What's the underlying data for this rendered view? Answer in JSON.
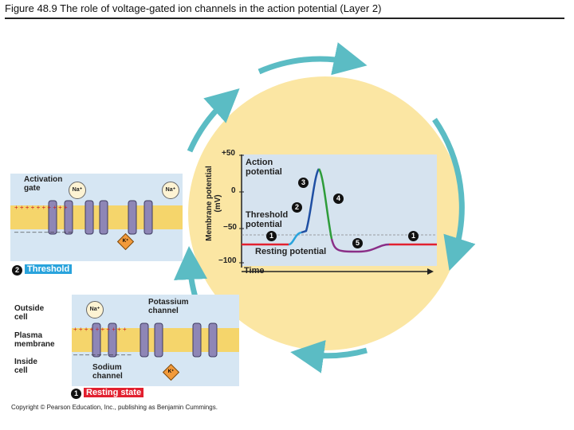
{
  "figure_title": "Figure 48.9  The role of voltage-gated ion channels in the action potential (Layer 2)",
  "copyright": "Copyright © Pearson Education, Inc., publishing as Benjamin Cummings.",
  "panel_threshold": {
    "number": "2",
    "caption": "Threshold",
    "activation_gate_label": "Activation\ngate",
    "ions": {
      "na": "Na⁺",
      "k": "K⁺"
    }
  },
  "panel_resting": {
    "number": "1",
    "caption": "Resting state",
    "outside_cell": "Outside\ncell",
    "plasma_membrane": "Plasma\nmembrane",
    "inside_cell": "Inside\ncell",
    "potassium_channel": "Potassium\nchannel",
    "sodium_channel": "Sodium\nchannel",
    "ions": {
      "na": "Na⁺",
      "k": "K⁺"
    }
  },
  "graph": {
    "y_axis_label": "Membrane potential\n(mV)",
    "x_axis_label": "Time",
    "y_ticks": [
      "+50",
      "0",
      "−50",
      "−100"
    ],
    "labels": {
      "action_potential": "Action\npotential",
      "threshold_potential": "Threshold\npotential",
      "resting_potential": "Resting potential"
    },
    "step_numbers": [
      "1",
      "2",
      "3",
      "4",
      "5",
      "1"
    ]
  },
  "colors": {
    "threshold_caption_bg": "#29a3dc",
    "resting_caption_bg": "#e2202f",
    "circle_bg": "#fbe6a3",
    "graph_bg": "#d6e3ef",
    "arrow": "#5bbcc4",
    "membrane": "#f5d56b",
    "channel": "#8e86b6"
  }
}
